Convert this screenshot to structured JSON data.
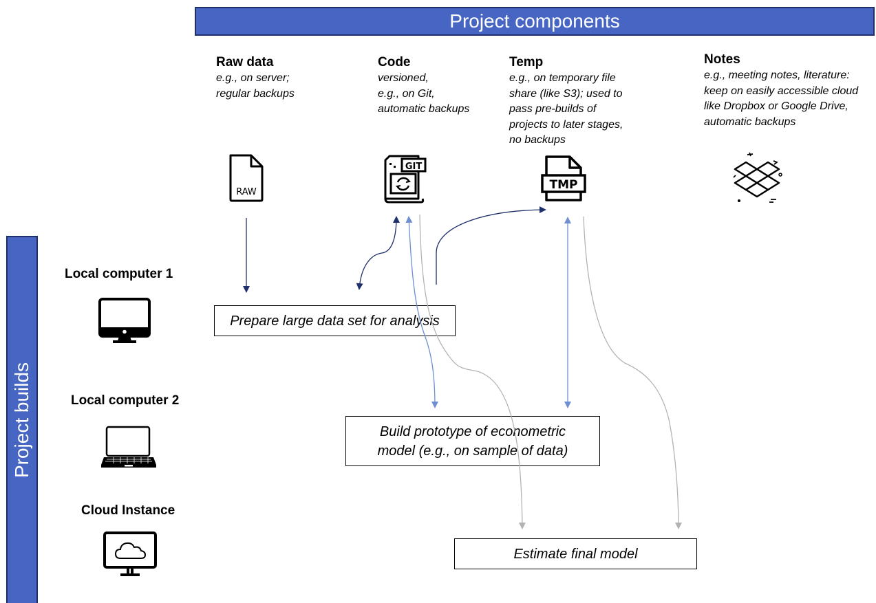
{
  "header": {
    "title": "Project components"
  },
  "sidebar": {
    "title": "Project builds"
  },
  "components": [
    {
      "title": "Raw data",
      "desc": "e.g., on server;\nregular backups",
      "icon": "raw-file-icon",
      "icon_text": "RAW"
    },
    {
      "title": "Code",
      "desc": "versioned,\ne.g., on Git,\nautomatic backups",
      "icon": "git-file-icon",
      "icon_text": "GIT"
    },
    {
      "title": "Temp",
      "desc": "e.g., on temporary file\nshare (like S3); used to\npass pre-builds of\nprojects to later stages,\nno backups",
      "icon": "tmp-file-icon",
      "icon_text": "TMP"
    },
    {
      "title": "Notes",
      "desc": "e.g., meeting notes, literature:\nkeep on easily accessible cloud\nlike Dropbox or Google Drive,\nautomatic backups",
      "icon": "dropbox-icon"
    }
  ],
  "builds": [
    {
      "label": "Local computer 1",
      "icon": "desktop-monitor-icon"
    },
    {
      "label": "Local computer 2",
      "icon": "laptop-icon"
    },
    {
      "label": "Cloud Instance",
      "icon": "cloud-monitor-icon"
    }
  ],
  "tasks": [
    {
      "label": "Prepare large data set for analysis"
    },
    {
      "label": "Build prototype of econometric\nmodel (e.g., on sample of data)"
    },
    {
      "label": "Estimate final model"
    }
  ],
  "colors": {
    "bar_fill": "#4766c3",
    "bar_border": "#1f2f6b",
    "arrow_dark": "#1f2f6b",
    "arrow_blue": "#6f8fd0",
    "arrow_gray": "#b3b3b3"
  }
}
